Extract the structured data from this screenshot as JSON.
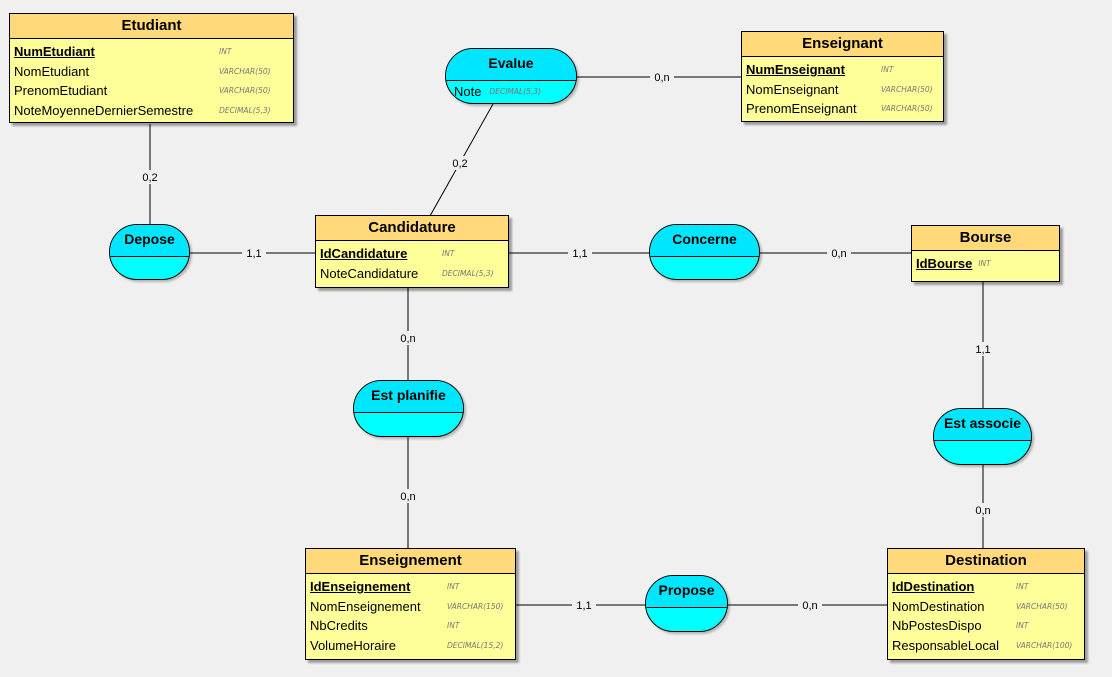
{
  "entities": {
    "etudiant": {
      "title": "Etudiant",
      "attrs": [
        {
          "name": "NumEtudiant",
          "type": "INT"
        },
        {
          "name": "NomEtudiant",
          "type": "VARCHAR(50)"
        },
        {
          "name": "PrenomEtudiant",
          "type": "VARCHAR(50)"
        },
        {
          "name": "NoteMoyenneDernierSemestre",
          "type": "DECIMAL(5,3)"
        }
      ]
    },
    "enseignant": {
      "title": "Enseignant",
      "attrs": [
        {
          "name": "NumEnseignant",
          "type": "INT"
        },
        {
          "name": "NomEnseignant",
          "type": "VARCHAR(50)"
        },
        {
          "name": "PrenomEnseignant",
          "type": "VARCHAR(50)"
        }
      ]
    },
    "candidature": {
      "title": "Candidature",
      "attrs": [
        {
          "name": "IdCandidature",
          "type": "INT"
        },
        {
          "name": "NoteCandidature",
          "type": "DECIMAL(5,3)"
        }
      ]
    },
    "bourse": {
      "title": "Bourse",
      "attrs": [
        {
          "name": "IdBourse",
          "type": "INT"
        }
      ]
    },
    "enseignement": {
      "title": "Enseignement",
      "attrs": [
        {
          "name": "IdEnseignement",
          "type": "INT"
        },
        {
          "name": "NomEnseignement",
          "type": "VARCHAR(150)"
        },
        {
          "name": "NbCredits",
          "type": "INT"
        },
        {
          "name": "VolumeHoraire",
          "type": "DECIMAL(15,2)"
        }
      ]
    },
    "destination": {
      "title": "Destination",
      "attrs": [
        {
          "name": "IdDestination",
          "type": "INT"
        },
        {
          "name": "NomDestination",
          "type": "VARCHAR(50)"
        },
        {
          "name": "NbPostesDispo",
          "type": "INT"
        },
        {
          "name": "ResponsableLocal",
          "type": "VARCHAR(100)"
        }
      ]
    }
  },
  "associations": {
    "evalue": {
      "title": "Evalue",
      "attrs": [
        {
          "name": "Note",
          "type": "DECIMAL(5,3)"
        }
      ]
    },
    "depose": {
      "title": "Depose"
    },
    "concerne": {
      "title": "Concerne"
    },
    "est_planifie": {
      "title": "Est planifie"
    },
    "est_associe": {
      "title": "Est associe"
    },
    "propose": {
      "title": "Propose"
    }
  },
  "cardinalities": {
    "evalue_enseignant": "0,n",
    "evalue_candidature": "0,2",
    "etudiant_depose": "0,2",
    "depose_candidature": "1,1",
    "candidature_concerne": "1,1",
    "concerne_bourse": "0,n",
    "candidature_planifie": "0,n",
    "planifie_enseignement": "0,n",
    "bourse_associe": "1,1",
    "associe_destination": "0,n",
    "enseignement_propose": "1,1",
    "propose_destination": "0,n"
  },
  "colors": {
    "background": "#f0f0f0",
    "entity_header": "#ffd97a",
    "entity_body": "#ffff99",
    "association": "#00ffff"
  }
}
